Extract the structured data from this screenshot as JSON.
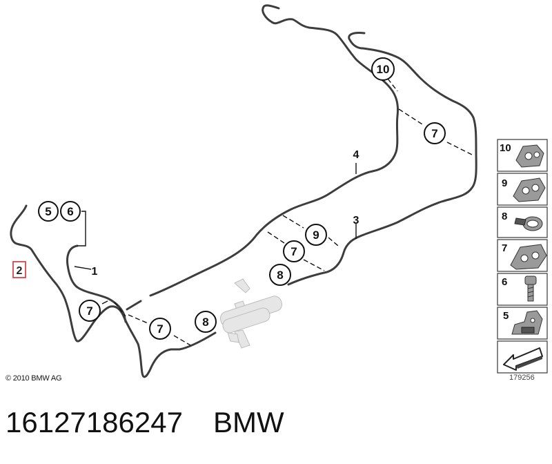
{
  "diagram": {
    "callouts": {
      "c5a": "5",
      "c6a": "6",
      "c7a": "7",
      "c7b": "7",
      "c7c": "7",
      "c7d": "7",
      "c8a": "8",
      "c8b": "8",
      "c9a": "9",
      "c10a": "10"
    },
    "labels": {
      "l1": "1",
      "l2": "2",
      "l3": "3",
      "l4": "4"
    },
    "legend": [
      {
        "number": "10",
        "icon": "clip-10-icon"
      },
      {
        "number": "9",
        "icon": "clip-9-icon"
      },
      {
        "number": "8",
        "icon": "hose-clamp-icon"
      },
      {
        "number": "7",
        "icon": "clip-7-icon"
      },
      {
        "number": "6",
        "icon": "bolt-icon"
      },
      {
        "number": "5",
        "icon": "bracket-icon"
      },
      {
        "number": "",
        "icon": "arrow-indicator-icon"
      }
    ]
  },
  "copyright": "© 2010 BMW AG",
  "drawing_number": "179256",
  "footer": {
    "part_number": "16127186247",
    "brand": "BMW"
  },
  "colors": {
    "highlight_box": "#d43030",
    "pipe": "#3d3d3d"
  }
}
